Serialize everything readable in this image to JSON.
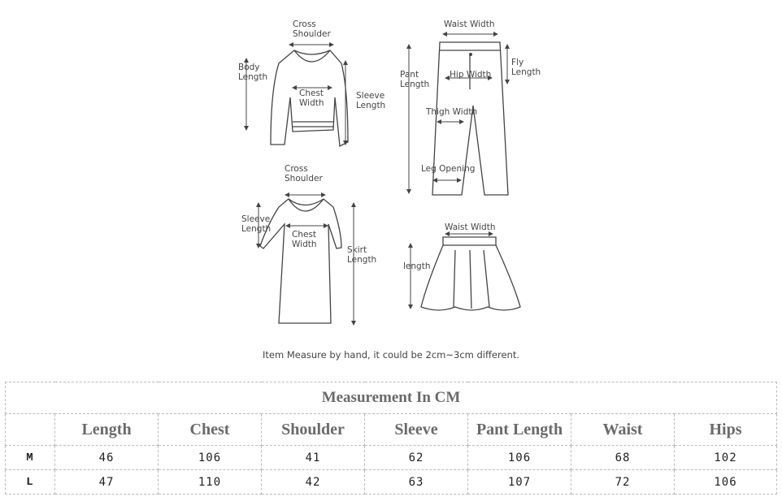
{
  "diagram": {
    "top_labels": {
      "cross_shoulder": "Cross\nShoulder",
      "body_length": "Body\nLength",
      "chest_width": "Chest\nWidth",
      "sleeve_length": "Sleeve\nLength",
      "waist_width": "Waist Width",
      "pant_length": "Pant\nLength",
      "fly_length": "Fly\nLength",
      "hip_width": "Hip Width",
      "thigh_width": "Thigh Width",
      "leg_opening": "Leg Opening"
    },
    "bottom_labels": {
      "cross_shoulder": "Cross\nShoulder",
      "sleeve_length": "Sleeve\nLength",
      "chest_width": "Chest\nWidth",
      "skirt_length": "Skirt\nLength",
      "waist_width": "Waist Width",
      "length": "length"
    }
  },
  "note": "Item Measure by hand, it could be 2cm~3cm different.",
  "table": {
    "title": "Measurement In CM",
    "headers": [
      "",
      "Length",
      "Chest",
      "Shoulder",
      "Sleeve",
      "Pant Length",
      "Waist",
      "Hips"
    ],
    "rows": [
      [
        "M",
        "46",
        "106",
        "41",
        "62",
        "106",
        "68",
        "102"
      ],
      [
        "L",
        "47",
        "110",
        "42",
        "63",
        "107",
        "72",
        "106"
      ]
    ]
  }
}
